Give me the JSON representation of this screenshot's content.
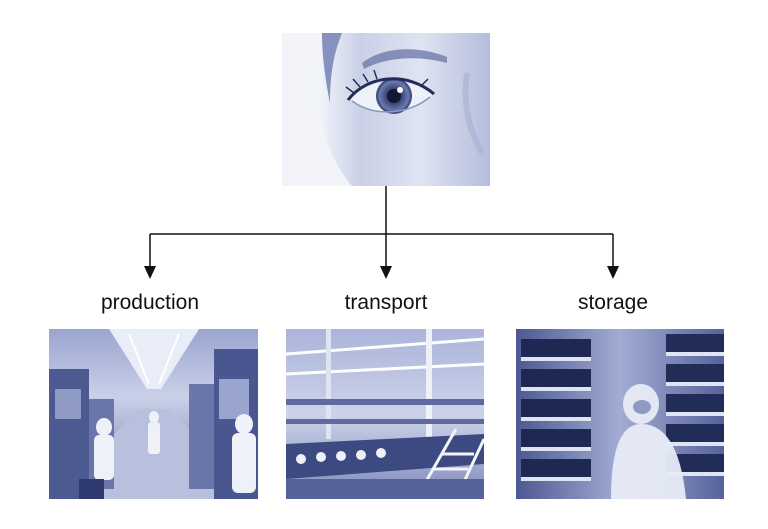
{
  "colors": {
    "tint_dark": "#3a4a80",
    "tint_mid": "#8e9ac4",
    "tint_light": "#dfe4f2",
    "line": "#111111"
  },
  "source": {
    "image": "human-eye-photo"
  },
  "branches": [
    {
      "label": "production",
      "image": "clean-room-production-line-photo"
    },
    {
      "label": "transport",
      "image": "automated-transport-system-photo"
    },
    {
      "label": "storage",
      "image": "wafer-storage-racks-photo"
    }
  ]
}
